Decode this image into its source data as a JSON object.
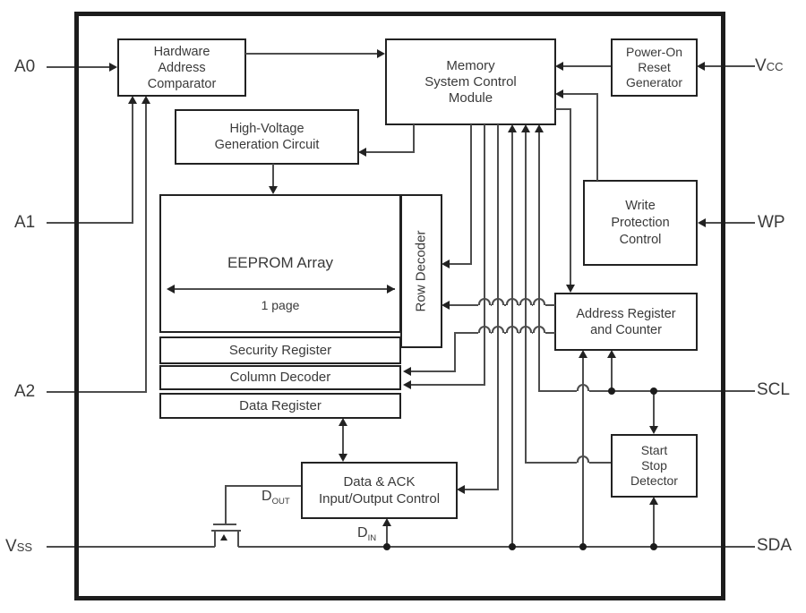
{
  "colors": {
    "wire": "#4d4d4d",
    "box_border": "#222222",
    "frame": "#1c1c1c",
    "text": "#3a3a3a",
    "background": "#ffffff"
  },
  "pins": {
    "a0": {
      "label": "A0"
    },
    "a1": {
      "label": "A1"
    },
    "a2": {
      "label": "A2"
    },
    "vss": {
      "main": "V",
      "sub": "SS"
    },
    "vcc": {
      "main": "V",
      "sub": "CC"
    },
    "wp": {
      "label": "WP"
    },
    "scl": {
      "label": "SCL"
    },
    "sda": {
      "label": "SDA"
    }
  },
  "signals": {
    "dout": {
      "main": "D",
      "sub": "OUT"
    },
    "din": {
      "main": "D",
      "sub": "IN"
    }
  },
  "blocks": {
    "hardware_address_comparator": {
      "lines": [
        "Hardware",
        "Address",
        "Comparator"
      ]
    },
    "memory_system_control_module": {
      "lines": [
        "Memory",
        "System Control",
        "Module"
      ]
    },
    "power_on_reset_generator": {
      "lines": [
        "Power-On",
        "Reset",
        "Generator"
      ]
    },
    "high_voltage_generation_circuit": {
      "lines": [
        "High-Voltage",
        "Generation Circuit"
      ]
    },
    "write_protection_control": {
      "lines": [
        "Write",
        "Protection",
        "Control"
      ]
    },
    "eeprom_array": {
      "title": "EEPROM Array",
      "page_label": "1 page"
    },
    "row_decoder": {
      "label": "Row Decoder"
    },
    "address_register_and_counter": {
      "lines": [
        "Address Register",
        "and Counter"
      ]
    },
    "security_register": {
      "label": "Security Register"
    },
    "column_decoder": {
      "label": "Column Decoder"
    },
    "data_register": {
      "label": "Data Register"
    },
    "data_ack_io_control": {
      "lines": [
        "Data & ACK",
        "Input/Output Control"
      ]
    },
    "start_stop_detector": {
      "lines": [
        "Start",
        "Stop",
        "Detector"
      ]
    }
  }
}
